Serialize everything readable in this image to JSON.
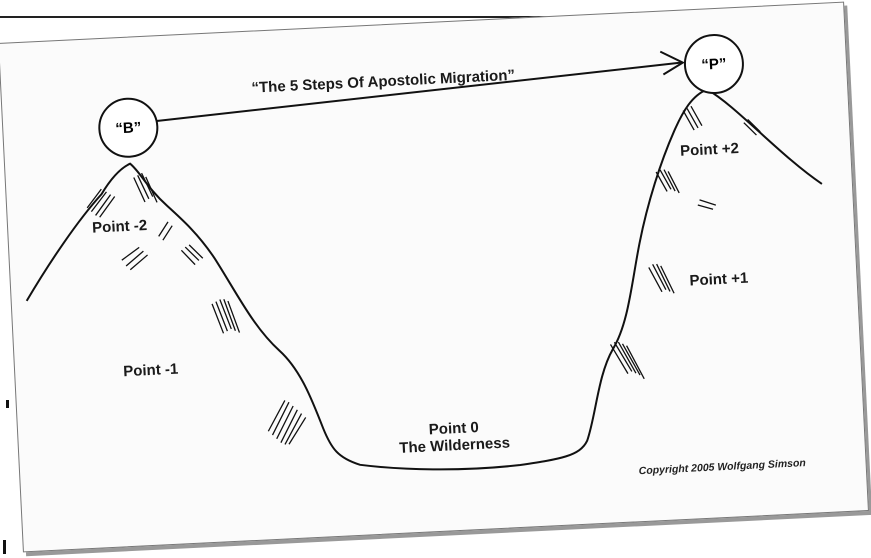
{
  "diagram": {
    "title": "“The 5 Steps Of Apostolic Migration”",
    "start_label": "“B”",
    "end_label": "“P”",
    "points": {
      "minus2": "Point -2",
      "minus1": "Point -1",
      "zero": "Point 0",
      "zero_sub": "The Wilderness",
      "plus1": "Point +1",
      "plus2": "Point +2"
    },
    "copyright": "Copyright 2005 Wolfgang Simson"
  },
  "colors": {
    "ink": "#111111",
    "card": "#fbfbfb"
  }
}
